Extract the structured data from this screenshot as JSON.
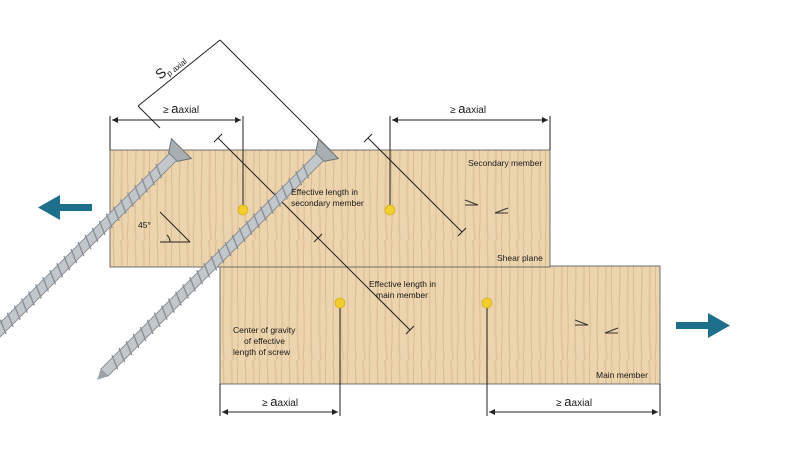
{
  "labels": {
    "secondary_member": "Secondary member",
    "main_member": "Main member",
    "shear_plane": "Shear plane",
    "angle": "45°",
    "eff_secondary_line1": "Effective length in",
    "eff_secondary_line2": "secondary member",
    "eff_main_line1": "Effective length in",
    "eff_main_line2": "main member",
    "cog_line1": "Center of gravity",
    "cog_line2": "of effective",
    "cog_line3": "length of screw"
  },
  "dimensions": {
    "geq": "≥",
    "a_symbol": "a",
    "axial_sub": "axial",
    "s_symbol": "S",
    "s_sub": "p axial"
  },
  "colors": {
    "wood": "#e9cfa7",
    "wood_grain": "#d8b98d",
    "wood_edge": "#6f6f6f",
    "screw": "#b9bec3",
    "screw_shadow": "#7b8187",
    "marker": "#f3cd2d",
    "arrow": "#1d6f8c",
    "dim_line": "#222222"
  },
  "icons": [
    "arrow-left-icon",
    "arrow-right-icon",
    "shear-direction-icon"
  ]
}
